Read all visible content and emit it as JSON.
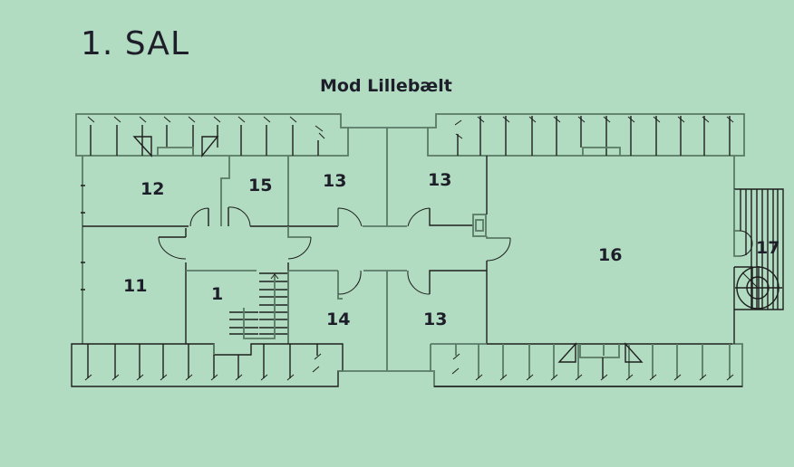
{
  "header": {
    "floor_title": "1. SAL",
    "orientation_label": "Mod Lillebælt"
  },
  "rooms": [
    {
      "id": "room-12",
      "label": "12"
    },
    {
      "id": "room-15",
      "label": "15"
    },
    {
      "id": "room-13-a",
      "label": "13"
    },
    {
      "id": "room-13-b",
      "label": "13"
    },
    {
      "id": "room-11",
      "label": "11"
    },
    {
      "id": "room-1",
      "label": "1"
    },
    {
      "id": "room-14",
      "label": "14"
    },
    {
      "id": "room-13-c",
      "label": "13"
    },
    {
      "id": "room-16",
      "label": "16"
    },
    {
      "id": "room-17",
      "label": "17"
    }
  ],
  "colors": {
    "background": "#b1dcc1",
    "wall": "#1e1e1e",
    "wall_grey": "#5a7a66",
    "text": "#1e1e2a"
  }
}
